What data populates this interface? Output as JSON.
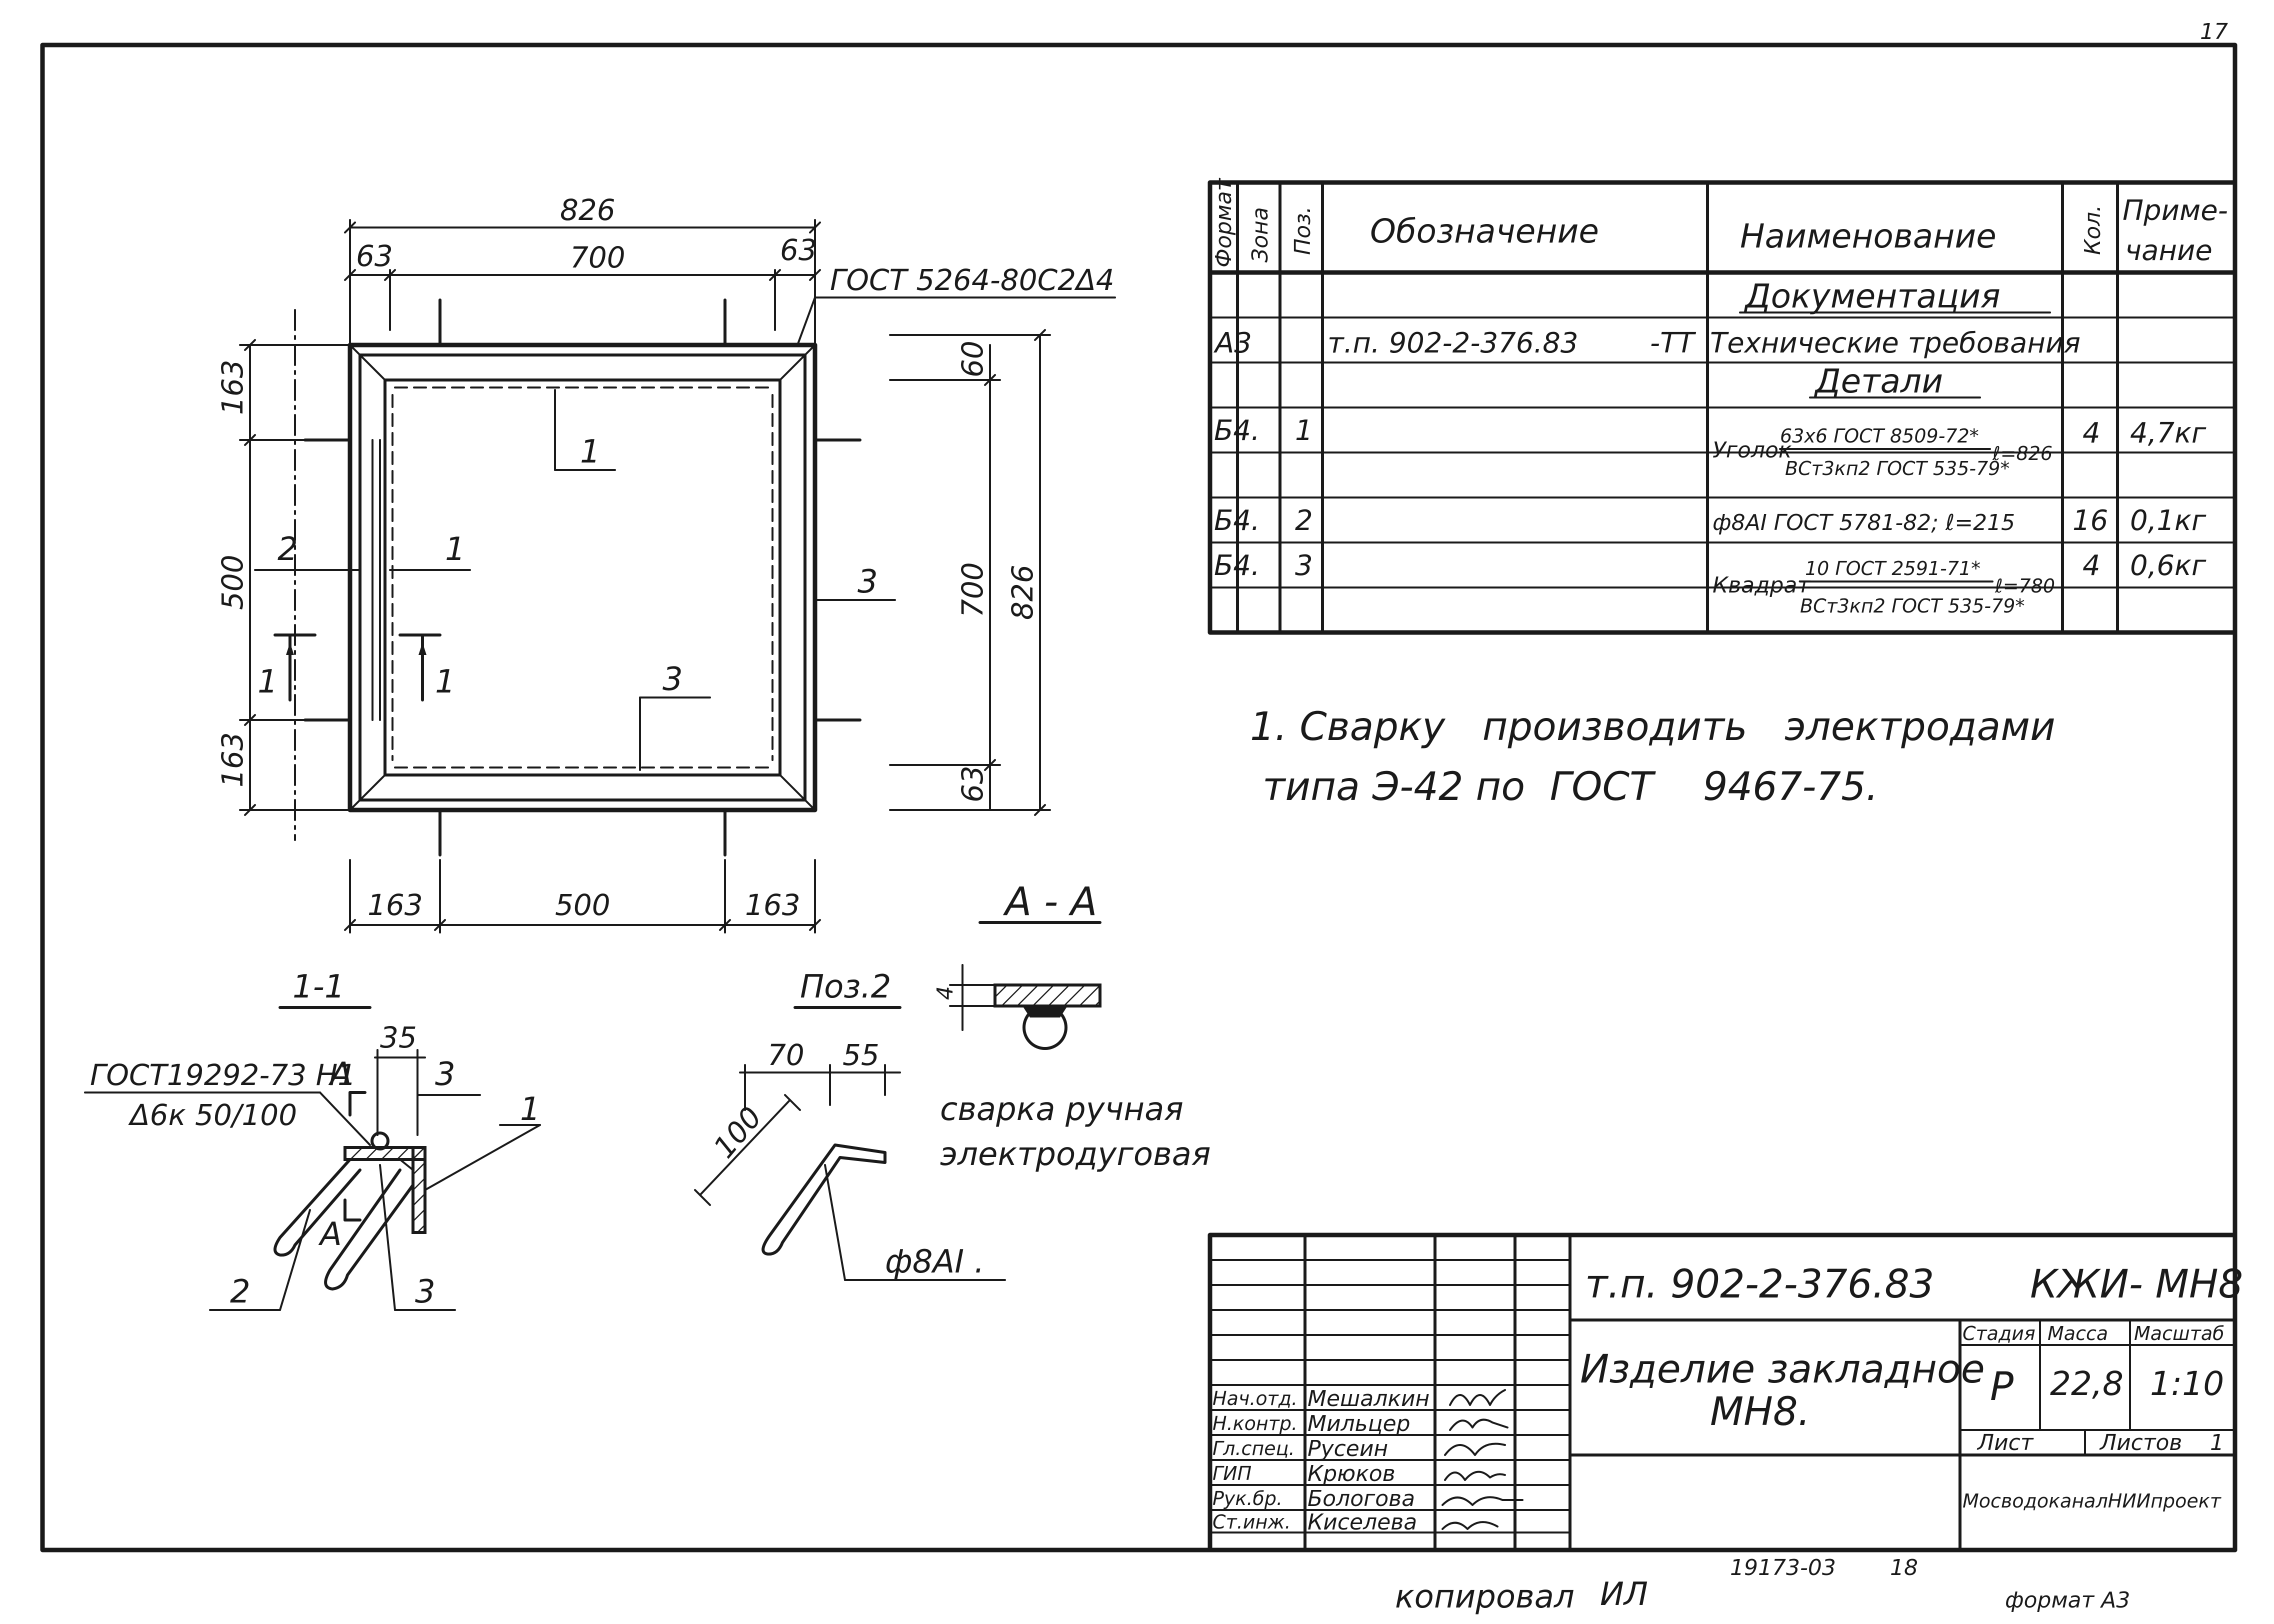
{
  "sheet_number": "17",
  "plan": {
    "dim_overall_top": "826",
    "dim_inner_top": "700",
    "dim_left_offset": "63",
    "dim_right_offset": "63",
    "weld_note": "ГОСТ 5264-80С2Δ4",
    "dim_left_top": "163",
    "dim_left_mid": "500",
    "dim_left_bottom": "163",
    "dim_right_top": "60",
    "dim_right_inner": "700",
    "dim_right_overall": "826",
    "dim_right_bottom": "63",
    "dim_bottom_left": "163",
    "dim_bottom_mid": "500",
    "dim_bottom_right": "163",
    "pos1_top": "1",
    "pos1_left": "1",
    "pos2_left": "2",
    "pos3_right": "3",
    "pos3_bottom": "3",
    "section_mark_left": "1",
    "section_mark_right": "1"
  },
  "section_1_1": {
    "title": "1-1",
    "gost": "ГОСТ19292-73 Н1",
    "weld_spec": "Δ6к 50/100",
    "dim_35": "35",
    "dim_3": "3",
    "mark_a_top": "А",
    "mark_a_bottom": "А",
    "pos_2": "2",
    "pos_1": "1",
    "pos_3": "3"
  },
  "pos2_detail": {
    "title": "Поз.2",
    "dim_70": "70",
    "dim_55": "55",
    "dim_100": "100",
    "rebar": "ф8АI ."
  },
  "section_a_a": {
    "title": "А - А",
    "dim_4": "4",
    "weld_note_1": "сварка ручная",
    "weld_note_2": "электродуговая"
  },
  "spec_table": {
    "headers": {
      "format": "Формат",
      "zone": "Зона",
      "pos": "Поз.",
      "designation": "Обозначение",
      "name": "Наименование",
      "qty": "Кол.",
      "note_1": "Приме-",
      "note_2": "чание"
    },
    "section_docs": "Документация",
    "doc_row": {
      "format": "А3",
      "designation": "т.п. 902-2-376.83",
      "suffix": "-ТТ",
      "name": "Технические требования"
    },
    "section_parts": "Детали",
    "rows": [
      {
        "format": "Б4.",
        "pos": "1",
        "name_prefix": "Уголок",
        "name_top": "63х6 ГОСТ 8509-72*",
        "name_bottom": "ВСт3кп2 ГОСТ 535-79*",
        "length": "ℓ=826",
        "qty": "4",
        "note": "4,7кг"
      },
      {
        "format": "Б4.",
        "pos": "2",
        "name": "ф8АI ГОСТ 5781-82; ℓ=215",
        "qty": "16",
        "note": "0,1кг"
      },
      {
        "format": "Б4.",
        "pos": "3",
        "name_prefix": "Квадрат",
        "name_top": "10 ГОСТ 2591-71*",
        "name_bottom": "ВСт3кп2 ГОСТ 535-79*",
        "length": "ℓ=780",
        "qty": "4",
        "note": "0,6кг"
      }
    ]
  },
  "notes": {
    "line_1": "1. Сварку   производить   электродами",
    "line_2": "типа Э-42 по  ГОСТ    9467-75."
  },
  "title_block": {
    "doc_code": "т.п. 902-2-376.83",
    "sheet_code": "КЖИ- МН8",
    "title_1": "Изделие закладное",
    "title_2": "МН8.",
    "stage_label": "Стадия",
    "mass_label": "Масса",
    "scale_label": "Масштаб",
    "stage": "Р",
    "mass": "22,8",
    "scale": "1:10",
    "sheet_label": "Лист",
    "sheets_label": "Листов",
    "sheets_count": "1",
    "organization": "МосводоканалНИИпроект",
    "staff": [
      {
        "role": "Нач.отд.",
        "name": "Мешалкин"
      },
      {
        "role": "Н.контр.",
        "name": "Мильцер"
      },
      {
        "role": "Гл.спец.",
        "name": "Русеин"
      },
      {
        "role": "ГИП",
        "name": "Крюков"
      },
      {
        "role": "Рук.бр.",
        "name": "Бологова"
      },
      {
        "role": "Ст.инж.",
        "name": "Киселева"
      }
    ]
  },
  "footer": {
    "copied": "копировал",
    "copied_sign": "ИЛ",
    "inv_number": "19173-03",
    "page": "18",
    "format": "формат А3"
  }
}
